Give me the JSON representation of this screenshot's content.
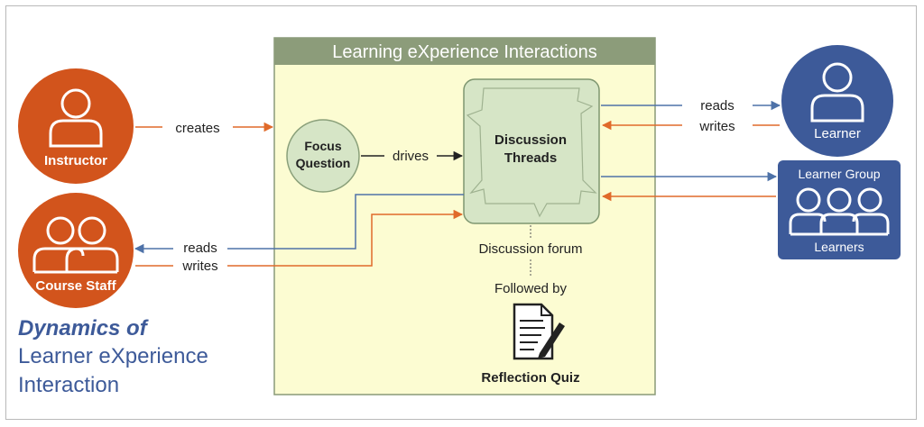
{
  "panel": {
    "title": "Learning eXperience Interactions"
  },
  "actors": {
    "instructor": "Instructor",
    "course_staff": "Course Staff",
    "learner": "Learner",
    "learner_group": "Learner Group",
    "learners": "Learners"
  },
  "nodes": {
    "focus_question_line1": "Focus",
    "focus_question_line2": "Question",
    "discussion_threads_line1": "Discussion",
    "discussion_threads_line2": "Threads",
    "discussion_forum": "Discussion forum",
    "followed_by": "Followed by",
    "reflection_quiz": "Reflection Quiz"
  },
  "edges": {
    "creates": "creates",
    "drives": "drives",
    "learner_reads": "reads",
    "learner_writes": "writes",
    "staff_reads": "reads",
    "staff_writes": "writes"
  },
  "caption": {
    "line1": "Dynamics of",
    "line2": "Learner eXperience",
    "line3": "Interaction"
  },
  "colors": {
    "orange": "#d2541c",
    "navy": "#3d5a99",
    "panel_header": "#8c9c7a",
    "panel_fill": "#fcfcd2",
    "node_fill": "#d6e5c6",
    "node_stroke": "#7e9670",
    "blue_arrow": "#4e72a8",
    "orange_arrow": "#e06a2a"
  }
}
